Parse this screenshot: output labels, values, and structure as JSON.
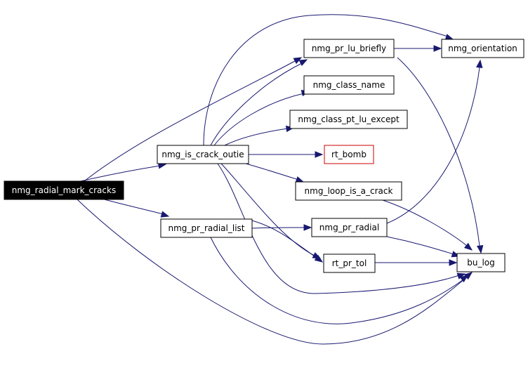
{
  "graph": {
    "nodes": [
      {
        "id": "root",
        "label": "nmg_radial_mark_cracks",
        "style": "root",
        "text_color": "#ffffff"
      },
      {
        "id": "crack",
        "label": "nmg_is_crack_outie",
        "style": "normal",
        "text_color": "#000000"
      },
      {
        "id": "list",
        "label": "nmg_pr_radial_list",
        "style": "normal",
        "text_color": "#000000"
      },
      {
        "id": "brief",
        "label": "nmg_pr_lu_briefly",
        "style": "normal",
        "text_color": "#000000"
      },
      {
        "id": "orient",
        "label": "nmg_orientation",
        "style": "normal",
        "text_color": "#000000"
      },
      {
        "id": "cname",
        "label": "nmg_class_name",
        "style": "normal",
        "text_color": "#000000"
      },
      {
        "id": "except",
        "label": "nmg_class_pt_lu_except",
        "style": "normal",
        "text_color": "#000000"
      },
      {
        "id": "bomb",
        "label": "rt_bomb",
        "style": "red",
        "text_color": "#000000"
      },
      {
        "id": "loop",
        "label": "nmg_loop_is_a_crack",
        "style": "normal",
        "text_color": "#000000"
      },
      {
        "id": "radial",
        "label": "nmg_pr_radial",
        "style": "normal",
        "text_color": "#000000"
      },
      {
        "id": "tol",
        "label": "rt_pr_tol",
        "style": "normal",
        "text_color": "#000000"
      },
      {
        "id": "bulog",
        "label": "bu_log",
        "style": "normal",
        "text_color": "#000000"
      }
    ],
    "edges": [
      {
        "from": "root",
        "to": "crack"
      },
      {
        "from": "root",
        "to": "list"
      },
      {
        "from": "root",
        "to": "brief"
      },
      {
        "from": "root",
        "to": "bulog"
      },
      {
        "from": "crack",
        "to": "brief"
      },
      {
        "from": "crack",
        "to": "orient"
      },
      {
        "from": "crack",
        "to": "cname"
      },
      {
        "from": "crack",
        "to": "except"
      },
      {
        "from": "crack",
        "to": "bomb"
      },
      {
        "from": "crack",
        "to": "loop"
      },
      {
        "from": "crack",
        "to": "tol"
      },
      {
        "from": "crack",
        "to": "bulog"
      },
      {
        "from": "list",
        "to": "radial"
      },
      {
        "from": "list",
        "to": "tol"
      },
      {
        "from": "list",
        "to": "bulog"
      },
      {
        "from": "brief",
        "to": "orient"
      },
      {
        "from": "brief",
        "to": "bulog"
      },
      {
        "from": "loop",
        "to": "bulog"
      },
      {
        "from": "radial",
        "to": "orient"
      },
      {
        "from": "radial",
        "to": "bulog"
      },
      {
        "from": "tol",
        "to": "bulog"
      }
    ],
    "colors": {
      "edge": "#191970",
      "root_fill": "#000000",
      "node_border": "#000000",
      "highlight_border": "#cc0000",
      "background": "#ffffff"
    }
  }
}
